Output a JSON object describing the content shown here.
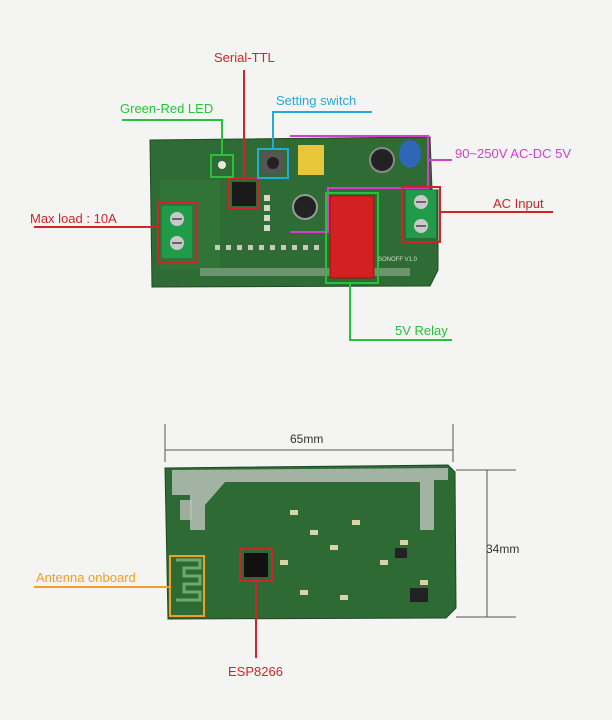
{
  "top_board": {
    "labels": {
      "serial_ttl": "Serial-TTL",
      "green_red_led": "Green-Red LED",
      "setting_switch": "Setting switch",
      "ac_dc": "90~250V AC-DC 5V",
      "max_load": "Max load : 10A",
      "ac_input": "AC Input",
      "relay": "5V Relay"
    },
    "pcb_text": "SONOFF V1.0"
  },
  "bottom_board": {
    "labels": {
      "antenna": "Antenna onboard",
      "esp": "ESP8266"
    },
    "width_dim": "65mm",
    "height_dim": "34mm"
  },
  "colors": {
    "red": "#d0242a",
    "green": "#27c23a",
    "cyan": "#27a8d8",
    "magenta": "#d33fc9",
    "orange": "#f0a020",
    "pcb": "#2e6a33",
    "pcb_dark": "#1f4f26"
  }
}
